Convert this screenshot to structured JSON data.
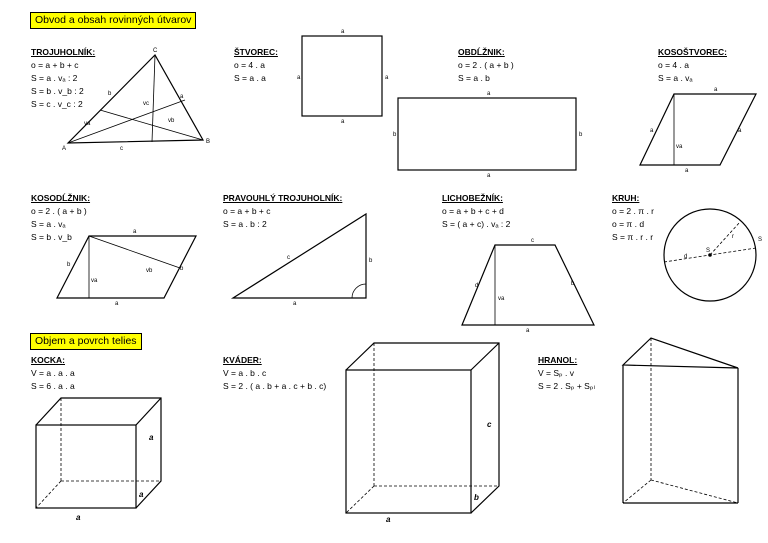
{
  "section1": {
    "title": "Obvod a obsah rovinných útvarov"
  },
  "section2": {
    "title": "Objem a povrch telies"
  },
  "trojuholnik": {
    "title": "TROJUHOLNÍK:",
    "lines": [
      "o = a + b + c",
      "S = a . vₐ : 2",
      "S = b . v_b : 2",
      "S = c . v_c : 2"
    ],
    "labels": {
      "A": "A",
      "B": "B",
      "C": "C",
      "a": "a",
      "b": "b",
      "c": "c",
      "va": "va",
      "vb": "vb",
      "vc": "vc"
    }
  },
  "stvorec": {
    "title": "ŠTVOREC:",
    "lines": [
      "o = 4 . a",
      "S = a . a"
    ],
    "labels": {
      "a": "a"
    }
  },
  "obdlznik": {
    "title": "OBDĹŽNIK:",
    "lines": [
      "o = 2 . ( a + b )",
      "S = a . b"
    ],
    "labels": {
      "a": "a",
      "b": "b"
    }
  },
  "kosostvorec": {
    "title": "KOSOŠTVOREC:",
    "lines": [
      "o = 4 . a",
      "S = a . vₐ"
    ],
    "labels": {
      "a": "a",
      "va": "va"
    }
  },
  "kosodlznik": {
    "title": "KOSODĹŽNIK:",
    "lines": [
      "o = 2 . ( a + b )",
      "S = a . vₐ",
      "S = b . v_b"
    ],
    "labels": {
      "a": "a",
      "b": "b",
      "va": "va",
      "vb": "vb"
    }
  },
  "pravouhly": {
    "title": "PRAVOUHLÝ TROJUHOLNÍK:",
    "lines": [
      "o = a + b + c",
      "S = a . b : 2"
    ],
    "labels": {
      "a": "a",
      "b": "b",
      "c": "c"
    }
  },
  "lichobeznik": {
    "title": "LICHOBEŽNÍK:",
    "lines": [
      "o = a + b + c + d",
      "S = ( a + c) . vₐ : 2"
    ],
    "labels": {
      "a": "a",
      "b": "b",
      "c": "c",
      "d": "d",
      "va": "va"
    }
  },
  "kruh": {
    "title": "KRUH:",
    "lines": [
      "o = 2 . π . r",
      "o = π . d",
      "S = π . r . r"
    ],
    "labels": {
      "r": "r",
      "d": "d",
      "s": "S"
    }
  },
  "kocka": {
    "title": "KOCKA:",
    "lines": [
      "V = a . a . a",
      "S = 6 . a . a"
    ],
    "labels": {
      "a": "a"
    }
  },
  "kvader": {
    "title": "KVÁDER:",
    "lines": [
      "V = a . b . c",
      "S = 2 . ( a . b + a . c + b . c)"
    ],
    "labels": {
      "a": "a",
      "b": "b",
      "c": "c"
    }
  },
  "hranol": {
    "title": "HRANOL:",
    "lines": [
      "V = Sₚ . v",
      "S = 2 . Sₚ + Sₚₗ"
    ]
  }
}
